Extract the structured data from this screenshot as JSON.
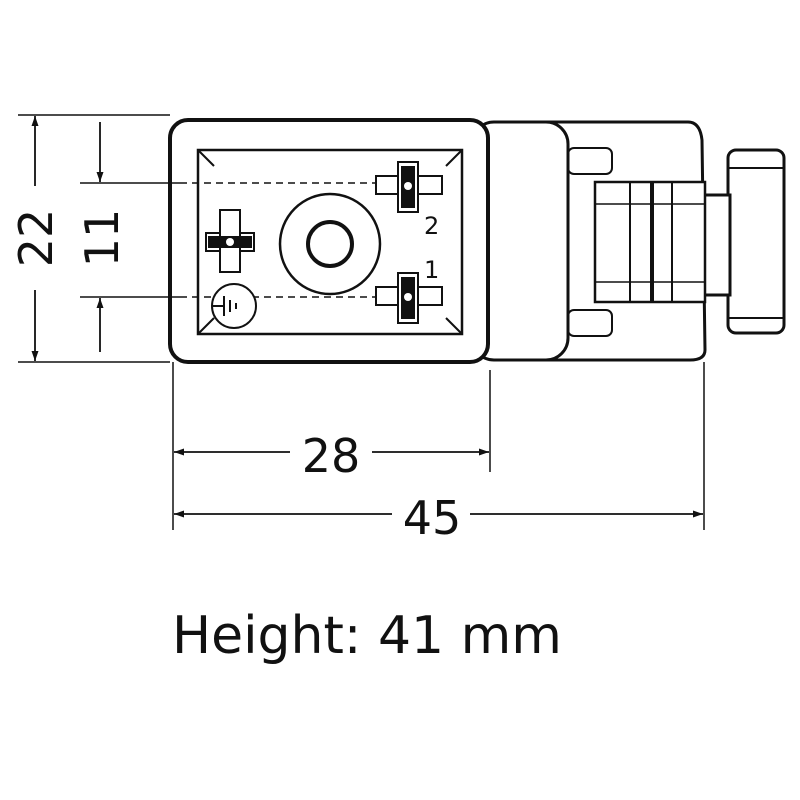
{
  "dimensions": {
    "outer_height": "22",
    "pin_spacing": "11",
    "body_width": "28",
    "total_length": "45"
  },
  "pins": {
    "pin1": "1",
    "pin2": "2"
  },
  "caption": "Height: 41 mm"
}
